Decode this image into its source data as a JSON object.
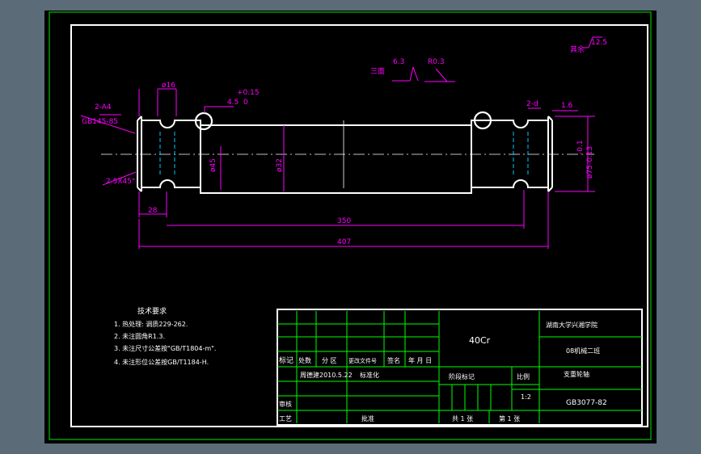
{
  "colors": {
    "background": "#000000",
    "frame_outer": "#00c000",
    "frame_inner": "#ffffff",
    "part": "#ffffff",
    "dimension": "#ff00ff",
    "table_line": "#00ff00",
    "table_text": "#ffffff",
    "notes_text": "#ffffff",
    "centerline": "#ffffff",
    "hidden": "#00c8ff"
  },
  "dimensions": {
    "d16": "ø16",
    "tol_upper": "+0.15",
    "groove_width": "4.5",
    "groove_tol": "0",
    "chamfer_left": "2-A4",
    "std_left": "GB145-85",
    "chamfer_note": "2.5X45°",
    "d45": "ø45",
    "d32": "ø32",
    "tol_d75": "-0.1",
    "d75": "ø75-0.13",
    "len_28": "28",
    "len_350": "350",
    "len_407": "407",
    "right_note": "2-d",
    "right_rough": "1.6",
    "rough_63": "6.3",
    "r03": "R0.3",
    "rough_label": "三面",
    "other_rough": "其余",
    "other_rough_val": "12.5"
  },
  "notes": {
    "title": "技术要求",
    "items": [
      "1. 热处理: 调质229-262.",
      "2. 未注圆角R1.3.",
      "3. 未注尺寸公差按\"GB/T1804-m\".",
      "4. 未注形位公差按GB/T1184-H."
    ]
  },
  "title_block": {
    "material": "40Cr",
    "school": "湖南大学兴湘学院",
    "class": "08机械二班",
    "part_name": "支重轮轴",
    "drawing_no": "GB3077-82",
    "col_mark": "标记",
    "col_count": "处数",
    "col_zone": "分 区",
    "col_doc": "更改文件号",
    "col_sign": "签名",
    "col_date": "年 月 日",
    "designer": "周德建",
    "design_date": "2010.5.22",
    "std_label": "标准化",
    "stage_label": "阶段标记",
    "scale_label": "比例",
    "scale_val": "1:2",
    "review_label": "审核",
    "process_label": "工艺",
    "approve_label": "批准",
    "sheets": "共 1 张",
    "sheet_no": "第 1 张"
  }
}
